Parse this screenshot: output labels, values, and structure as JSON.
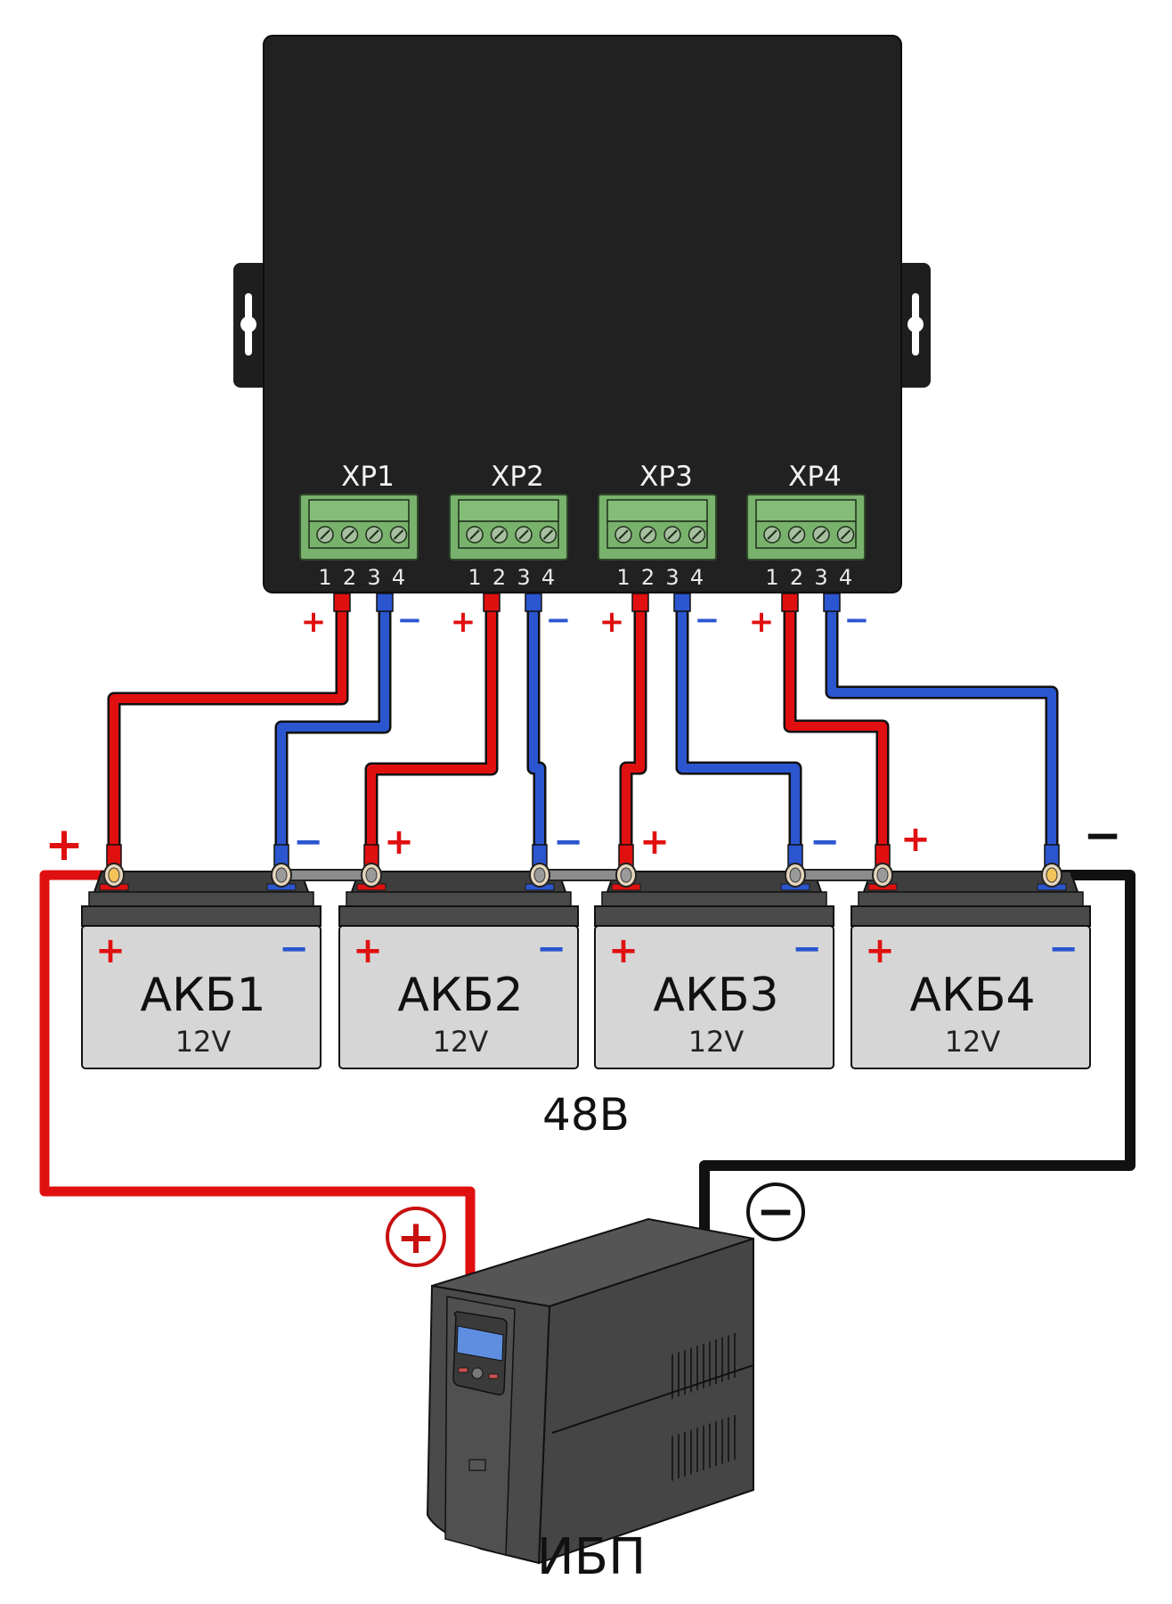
{
  "title": "Подключение 4 АКБ 12V последовательно (48В) к ИБП через модуль с разъёмами XP1–XP4",
  "colors": {
    "positive": "#e01010",
    "negative": "#2b56d0",
    "ups_negative": "#111111",
    "device_body": "#222222",
    "terminal_block": "#79b26c",
    "battery_case": "#d6d6d6",
    "battery_lid": "#4a4a4a",
    "ups_body": "#4c4c4c",
    "ups_display": "#5f8ee0"
  },
  "device": {
    "name": "controller-module",
    "connectors": [
      {
        "label": "XP1",
        "pins": [
          "1",
          "2",
          "3",
          "4"
        ],
        "positive_pin": "2",
        "negative_pin": "4",
        "plus_sign": "+",
        "minus_sign": "−"
      },
      {
        "label": "XP2",
        "pins": [
          "1",
          "2",
          "3",
          "4"
        ],
        "positive_pin": "2",
        "negative_pin": "4",
        "plus_sign": "+",
        "minus_sign": "−"
      },
      {
        "label": "XP3",
        "pins": [
          "1",
          "2",
          "3",
          "4"
        ],
        "positive_pin": "2",
        "negative_pin": "4",
        "plus_sign": "+",
        "minus_sign": "−"
      },
      {
        "label": "XP4",
        "pins": [
          "1",
          "2",
          "3",
          "4"
        ],
        "positive_pin": "2",
        "negative_pin": "4",
        "plus_sign": "+",
        "minus_sign": "−"
      }
    ]
  },
  "batteries": [
    {
      "label": "АКБ1",
      "voltage": "12V",
      "plus_sign": "+",
      "minus_sign": "−",
      "connected_to": "XP1"
    },
    {
      "label": "АКБ2",
      "voltage": "12V",
      "plus_sign": "+",
      "minus_sign": "−",
      "connected_to": "XP2"
    },
    {
      "label": "АКБ3",
      "voltage": "12V",
      "plus_sign": "+",
      "minus_sign": "−",
      "connected_to": "XP3"
    },
    {
      "label": "АКБ4",
      "voltage": "12V",
      "plus_sign": "+",
      "minus_sign": "−",
      "connected_to": "XP4"
    }
  ],
  "terminal_signs": {
    "bank_plus": "+",
    "bank_minus": "−",
    "b1_minus": "−",
    "b2_plus": "+",
    "b2_minus": "−",
    "b3_plus": "+",
    "b3_minus": "−",
    "b4_plus": "+"
  },
  "total_voltage": "48В",
  "ups": {
    "label": "ИБП",
    "plus_symbol": "+",
    "minus_symbol": "−"
  }
}
